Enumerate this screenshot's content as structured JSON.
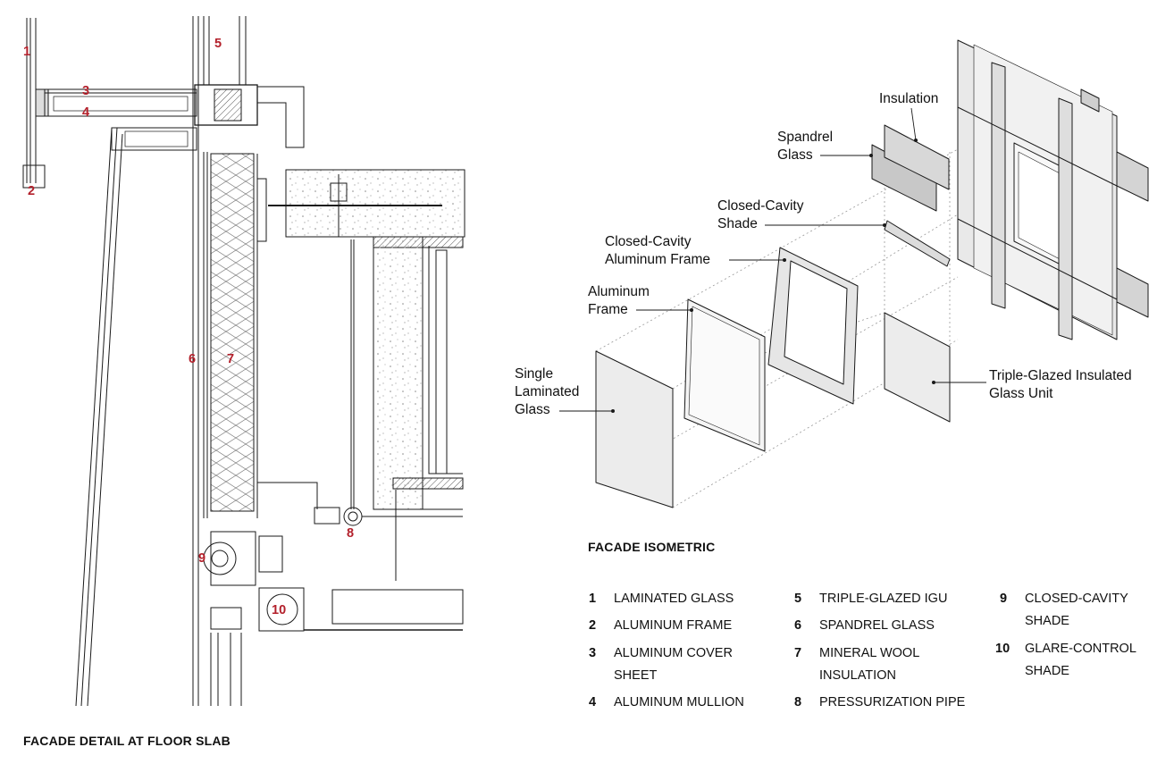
{
  "captions": {
    "detail": "FACADE DETAIL AT FLOOR SLAB",
    "isometric": "FACADE ISOMETRIC"
  },
  "detail_callouts": [
    "1",
    "2",
    "3",
    "4",
    "5",
    "6",
    "7",
    "8",
    "9",
    "10"
  ],
  "iso_labels": {
    "insulation": "Insulation",
    "spandrel_glass": [
      "Spandrel",
      "Glass"
    ],
    "closed_cavity_shade": [
      "Closed-Cavity",
      "Shade"
    ],
    "closed_cavity_aluminum_frame": [
      "Closed-Cavity",
      "Aluminum Frame"
    ],
    "aluminum_frame": [
      "Aluminum",
      "Frame"
    ],
    "single_laminated_glass": [
      "Single",
      "Laminated",
      "Glass"
    ],
    "triple_glazed_igu": [
      "Triple-Glazed Insulated",
      "Glass Unit"
    ]
  },
  "legend": [
    {
      "num": "1",
      "lines": [
        "LAMINATED GLASS"
      ]
    },
    {
      "num": "2",
      "lines": [
        "ALUMINUM FRAME"
      ]
    },
    {
      "num": "3",
      "lines": [
        "ALUMINUM COVER",
        "SHEET"
      ]
    },
    {
      "num": "4",
      "lines": [
        "ALUMINUM MULLION"
      ]
    },
    {
      "num": "5",
      "lines": [
        "TRIPLE-GLAZED IGU"
      ]
    },
    {
      "num": "6",
      "lines": [
        "SPANDREL GLASS"
      ]
    },
    {
      "num": "7",
      "lines": [
        "MINERAL WOOL",
        "INSULATION"
      ]
    },
    {
      "num": "8",
      "lines": [
        "PRESSURIZATION PIPE"
      ]
    },
    {
      "num": "9",
      "lines": [
        "CLOSED-CAVITY",
        "SHADE"
      ]
    },
    {
      "num": "10",
      "lines": [
        "GLARE-CONTROL",
        "SHADE"
      ]
    }
  ],
  "colors": {
    "callout": "#b3202b",
    "line": "#1a1a1a",
    "glass_fill": "#e6e6e6",
    "dotted": "#9a9a9a"
  }
}
